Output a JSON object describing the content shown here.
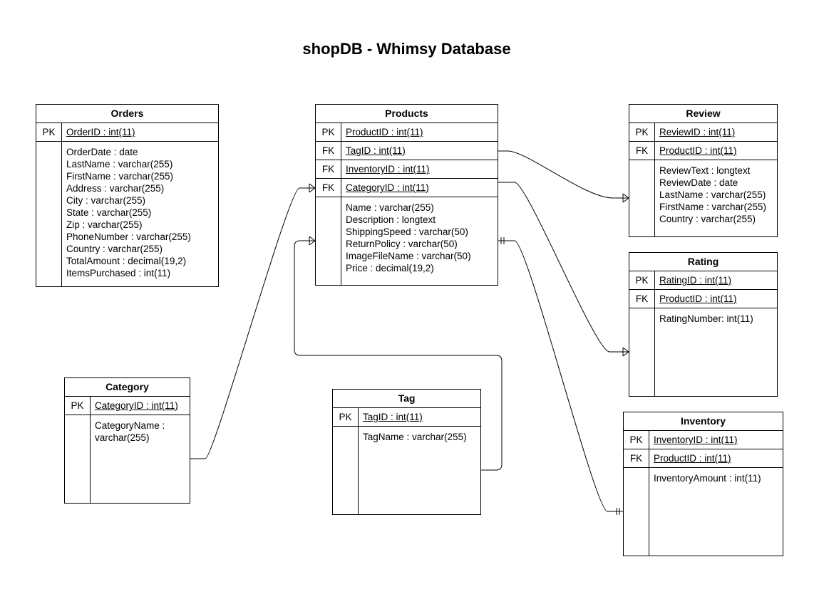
{
  "diagram": {
    "title": "shopDB - Whimsy Database",
    "tables": {
      "orders": {
        "name": "Orders",
        "keys": [
          {
            "label": "PK",
            "field": "OrderID : int(11)"
          }
        ],
        "attributes": [
          "OrderDate : date",
          "LastName : varchar(255)",
          "FirstName : varchar(255)",
          "Address : varchar(255)",
          "City : varchar(255)",
          "State : varchar(255)",
          "Zip : varchar(255)",
          "PhoneNumber : varchar(255)",
          "Country : varchar(255)",
          "TotalAmount : decimal(19,2)",
          "ItemsPurchased : int(11)"
        ]
      },
      "products": {
        "name": "Products",
        "keys": [
          {
            "label": "PK",
            "field": "ProductID : int(11)"
          },
          {
            "label": "FK",
            "field": "TagID : int(11)"
          },
          {
            "label": "FK",
            "field": "InventoryID : int(11)"
          },
          {
            "label": "FK",
            "field": "CategoryID : int(11)"
          }
        ],
        "attributes": [
          "Name : varchar(255)",
          "Description : longtext",
          "ShippingSpeed : varchar(50)",
          "ReturnPolicy : varchar(50)",
          "ImageFileName : varchar(50)",
          "Price : decimal(19,2)"
        ]
      },
      "review": {
        "name": "Review",
        "keys": [
          {
            "label": "PK",
            "field": "ReviewID : int(11)"
          },
          {
            "label": "FK",
            "field": "ProductID : int(11)"
          }
        ],
        "attributes": [
          "ReviewText : longtext",
          "ReviewDate : date",
          "LastName : varchar(255)",
          "FirstName : varchar(255)",
          "Country : varchar(255)"
        ]
      },
      "rating": {
        "name": "Rating",
        "keys": [
          {
            "label": "PK",
            "field": "RatingID : int(11)"
          },
          {
            "label": "FK",
            "field": "ProductID : int(11)"
          }
        ],
        "attributes": [
          "RatingNumber: int(11)"
        ]
      },
      "category": {
        "name": "Category",
        "keys": [
          {
            "label": "PK",
            "field": "CategoryID : int(11)"
          }
        ],
        "attributes": [
          "CategoryName : varchar(255)"
        ]
      },
      "tag": {
        "name": "Tag",
        "keys": [
          {
            "label": "PK",
            "field": "TagID : int(11)"
          }
        ],
        "attributes": [
          "TagName : varchar(255)"
        ]
      },
      "inventory": {
        "name": "Inventory",
        "keys": [
          {
            "label": "PK",
            "field": "InventoryID : int(11)"
          },
          {
            "label": "FK",
            "field": "ProductID : int(11)"
          }
        ],
        "attributes": [
          "InventoryAmount : int(11)"
        ]
      }
    },
    "relationships": [
      {
        "from": "Products.TagID",
        "to": "Review",
        "notation": "one-to-many"
      },
      {
        "from": "Products.CategoryID",
        "to": "Rating",
        "notation": "one-to-many"
      },
      {
        "from": "Products",
        "to": "Inventory",
        "notation": "one-to-one"
      },
      {
        "from": "Category",
        "to": "Products.CategoryID",
        "notation": "one-to-many"
      },
      {
        "from": "Tag",
        "to": "Products",
        "notation": "one-to-many"
      }
    ]
  }
}
